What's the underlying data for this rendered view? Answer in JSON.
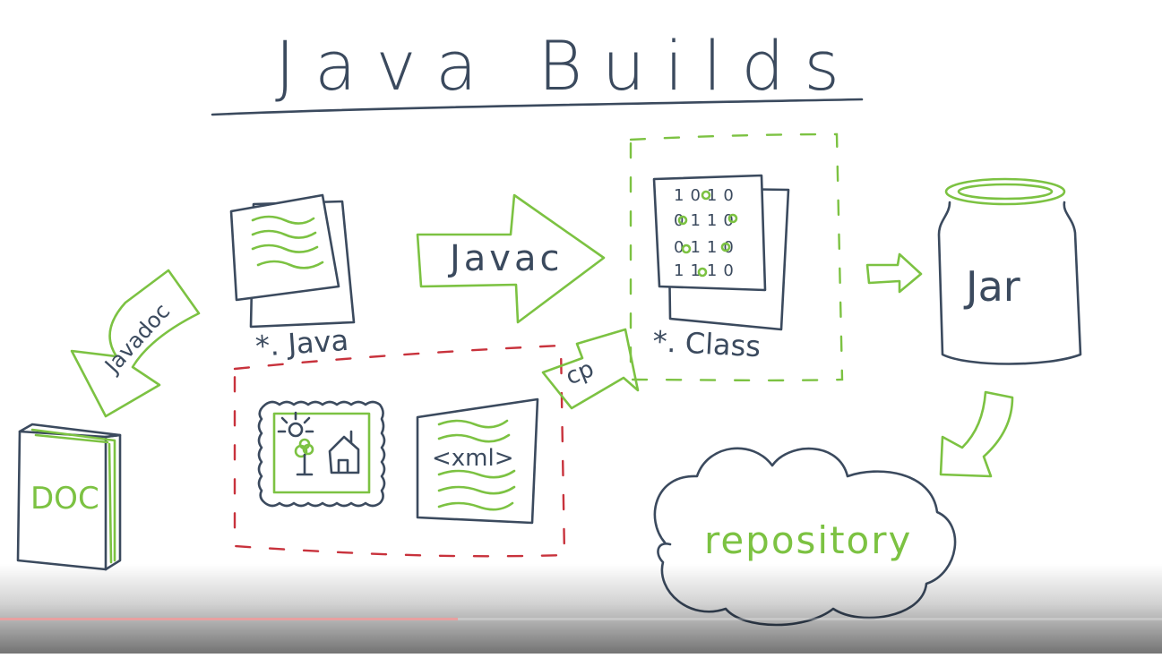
{
  "title": "Java Builds",
  "labels": {
    "javadoc": "Javadoc",
    "doc": "DOC",
    "source_files": "*. Java",
    "javac": "Javac",
    "class_files": "*. Class",
    "classpath": "cp",
    "xml": "<xml>",
    "jar": "Jar",
    "repository": "repository"
  },
  "binary_rows": [
    "1010",
    "0110",
    "0110",
    "1110"
  ],
  "colors": {
    "ink": "#3b4a5e",
    "green": "#7cc242",
    "red_dashed": "#c8323c"
  },
  "video_player": {
    "progress": 0.394
  }
}
